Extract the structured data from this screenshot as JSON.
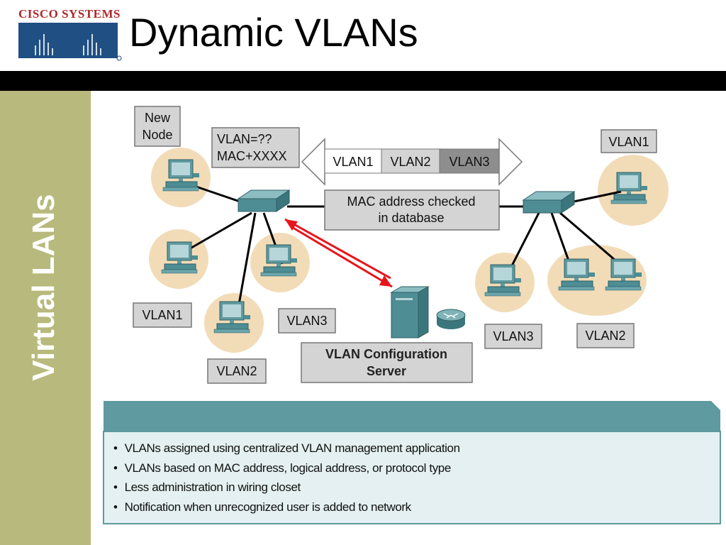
{
  "brand": {
    "logo_text": "CISCO SYSTEMS"
  },
  "slide": {
    "title": "Dynamic VLANs",
    "side_label": "Virtual LANs"
  },
  "diagram": {
    "new_node_label": [
      "New",
      "Node"
    ],
    "query_label": [
      "VLAN=??",
      "MAC+XXXX"
    ],
    "vlan_banner": [
      "VLAN1",
      "VLAN2",
      "VLAN3"
    ],
    "mac_check_label": [
      "MAC address checked",
      "in database"
    ],
    "server_label": [
      "VLAN Configuration",
      "Server"
    ],
    "left_labels": {
      "vlan1": "VLAN1",
      "vlan2": "VLAN2",
      "vlan3": "VLAN3"
    },
    "right_labels": {
      "vlan1": "VLAN1",
      "vlan2": "VLAN2",
      "vlan3": "VLAN3"
    },
    "colors": {
      "halo": "#f2dcb8",
      "switch": "#4e8d93",
      "arrow": "#e8141b",
      "box": "#d4d4d4",
      "vlan3_fill": "#8e8e8e"
    }
  },
  "info_panel": {
    "bullets": [
      "VLANs assigned using centralized VLAN management application",
      "VLANs based on MAC address, logical address, or protocol type",
      "Less administration in wiring closet",
      "Notification when unrecognized user is added to network"
    ]
  }
}
